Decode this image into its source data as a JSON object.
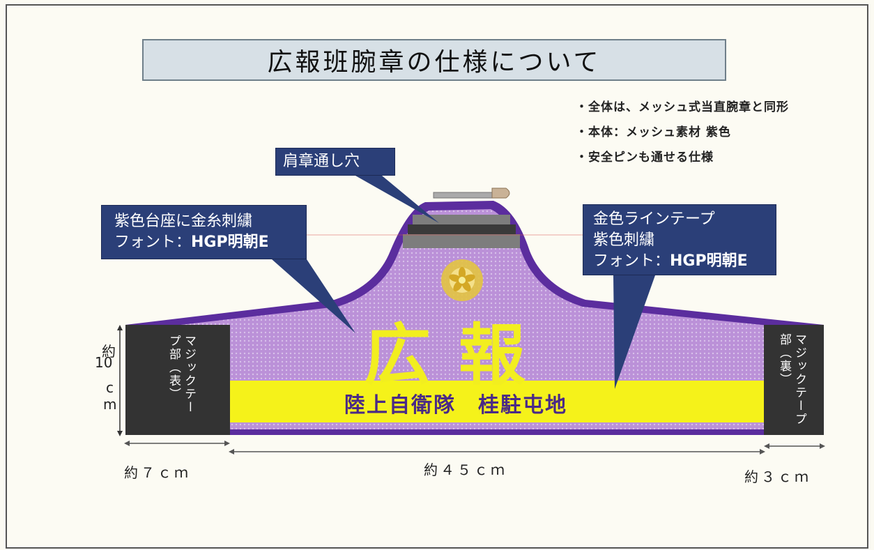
{
  "title": "広報班腕章の仕様について",
  "notes": [
    "・全体は、メッシュ式当直腕章と同形",
    "・本体：メッシュ素材 紫色",
    "・安全ピンも通せる仕様"
  ],
  "callouts": {
    "epaulette_hole": "肩章通し穴",
    "base_line1": "紫色台座に金糸刺繍",
    "base_line2_prefix": "フォント：",
    "base_line2_font": "HGP明朝E",
    "tape_line1": "金色ラインテープ",
    "tape_line2": "紫色刺繍",
    "tape_line3_prefix": "フォント：",
    "tape_line3_font": "HGP明朝E"
  },
  "armband": {
    "main_text": "広報",
    "band_text": "陸上自衛隊　桂駐屯地",
    "left_tab": "マジックテープ部（表）",
    "right_tab": "マジックテープ部（裏）",
    "colors": {
      "body": "#b98ed6",
      "border": "#5b2d9e",
      "band": "#f5f21a",
      "tab": "#333333",
      "gold": "#f2ee1f"
    }
  },
  "dimensions": {
    "height_label_1": "約",
    "height_label_2": "10",
    "height_label_3": "c",
    "height_label_4": "m",
    "left_width": "約７ｃｍ",
    "center_width": "約４５ｃｍ",
    "right_width": "約３ｃｍ"
  }
}
